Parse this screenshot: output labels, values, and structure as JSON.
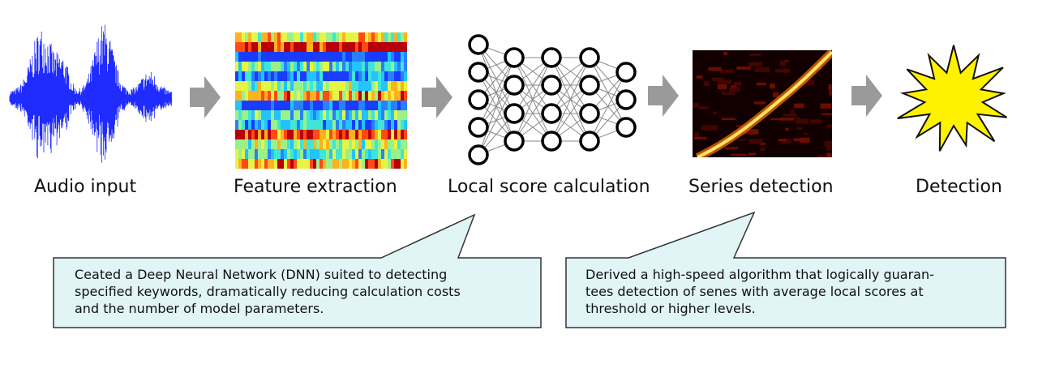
{
  "stages": [
    {
      "label": "Audio input",
      "icon": "audio-waveform"
    },
    {
      "label": "Feature extraction",
      "icon": "spectrogram"
    },
    {
      "label": "Local score calculation",
      "icon": "neural-network"
    },
    {
      "label": "Series detection",
      "icon": "score-heatmap"
    },
    {
      "label": "Detection",
      "icon": "starburst"
    }
  ],
  "callouts": {
    "dnn": {
      "lines": [
        "Ceated a Deep Neural Network (DNN) suited to detecting",
        "specified keywords, dramatically reducing calculation costs",
        "and the number of model parameters."
      ]
    },
    "algorithm": {
      "lines": [
        "Derived a high-speed algorithm that logically guaran-",
        "tees detection of senes with average local scores at",
        "threshold or higher levels."
      ]
    }
  },
  "colors": {
    "waveform": "#1f2bff",
    "arrow": "#9a9a9a",
    "callout_fill": "#e1f4f6",
    "callout_stroke": "#333333",
    "star_fill": "#fff200",
    "heatmap_bg": "#120000",
    "heatmap_ridge": "#ffe26a"
  }
}
